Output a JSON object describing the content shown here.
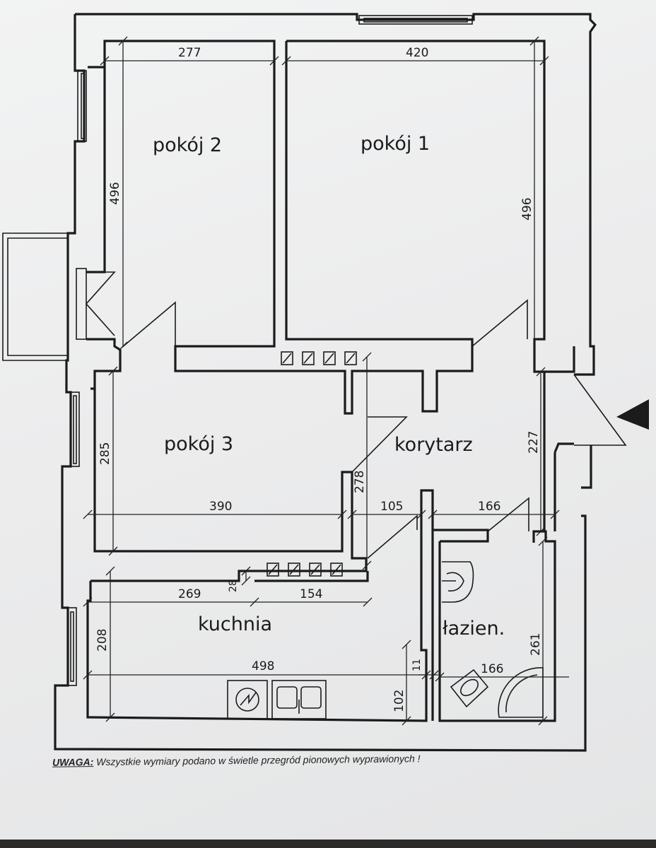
{
  "rooms": {
    "room2": "pokój 2",
    "room1": "pokój 1",
    "room3": "pokój 3",
    "corridor": "korytarz",
    "kitchen": "kuchnia",
    "bathroom": "łazien."
  },
  "dimensions": {
    "d277": "277",
    "d420": "420",
    "d496_left": "496",
    "d496_right": "496",
    "d285": "285",
    "d390": "390",
    "d278": "278",
    "d227": "227",
    "d105": "105",
    "d166_top": "166",
    "d269": "269",
    "d28": "28",
    "d154": "154",
    "d208": "208",
    "d498": "498",
    "d11": "11",
    "d102": "102",
    "d261": "261",
    "d166_bath": "166"
  },
  "note": {
    "key": "UWAGA:",
    "text": " Wszystkie wymiary podano w świetle przegród pionowych wyprawionych !"
  }
}
